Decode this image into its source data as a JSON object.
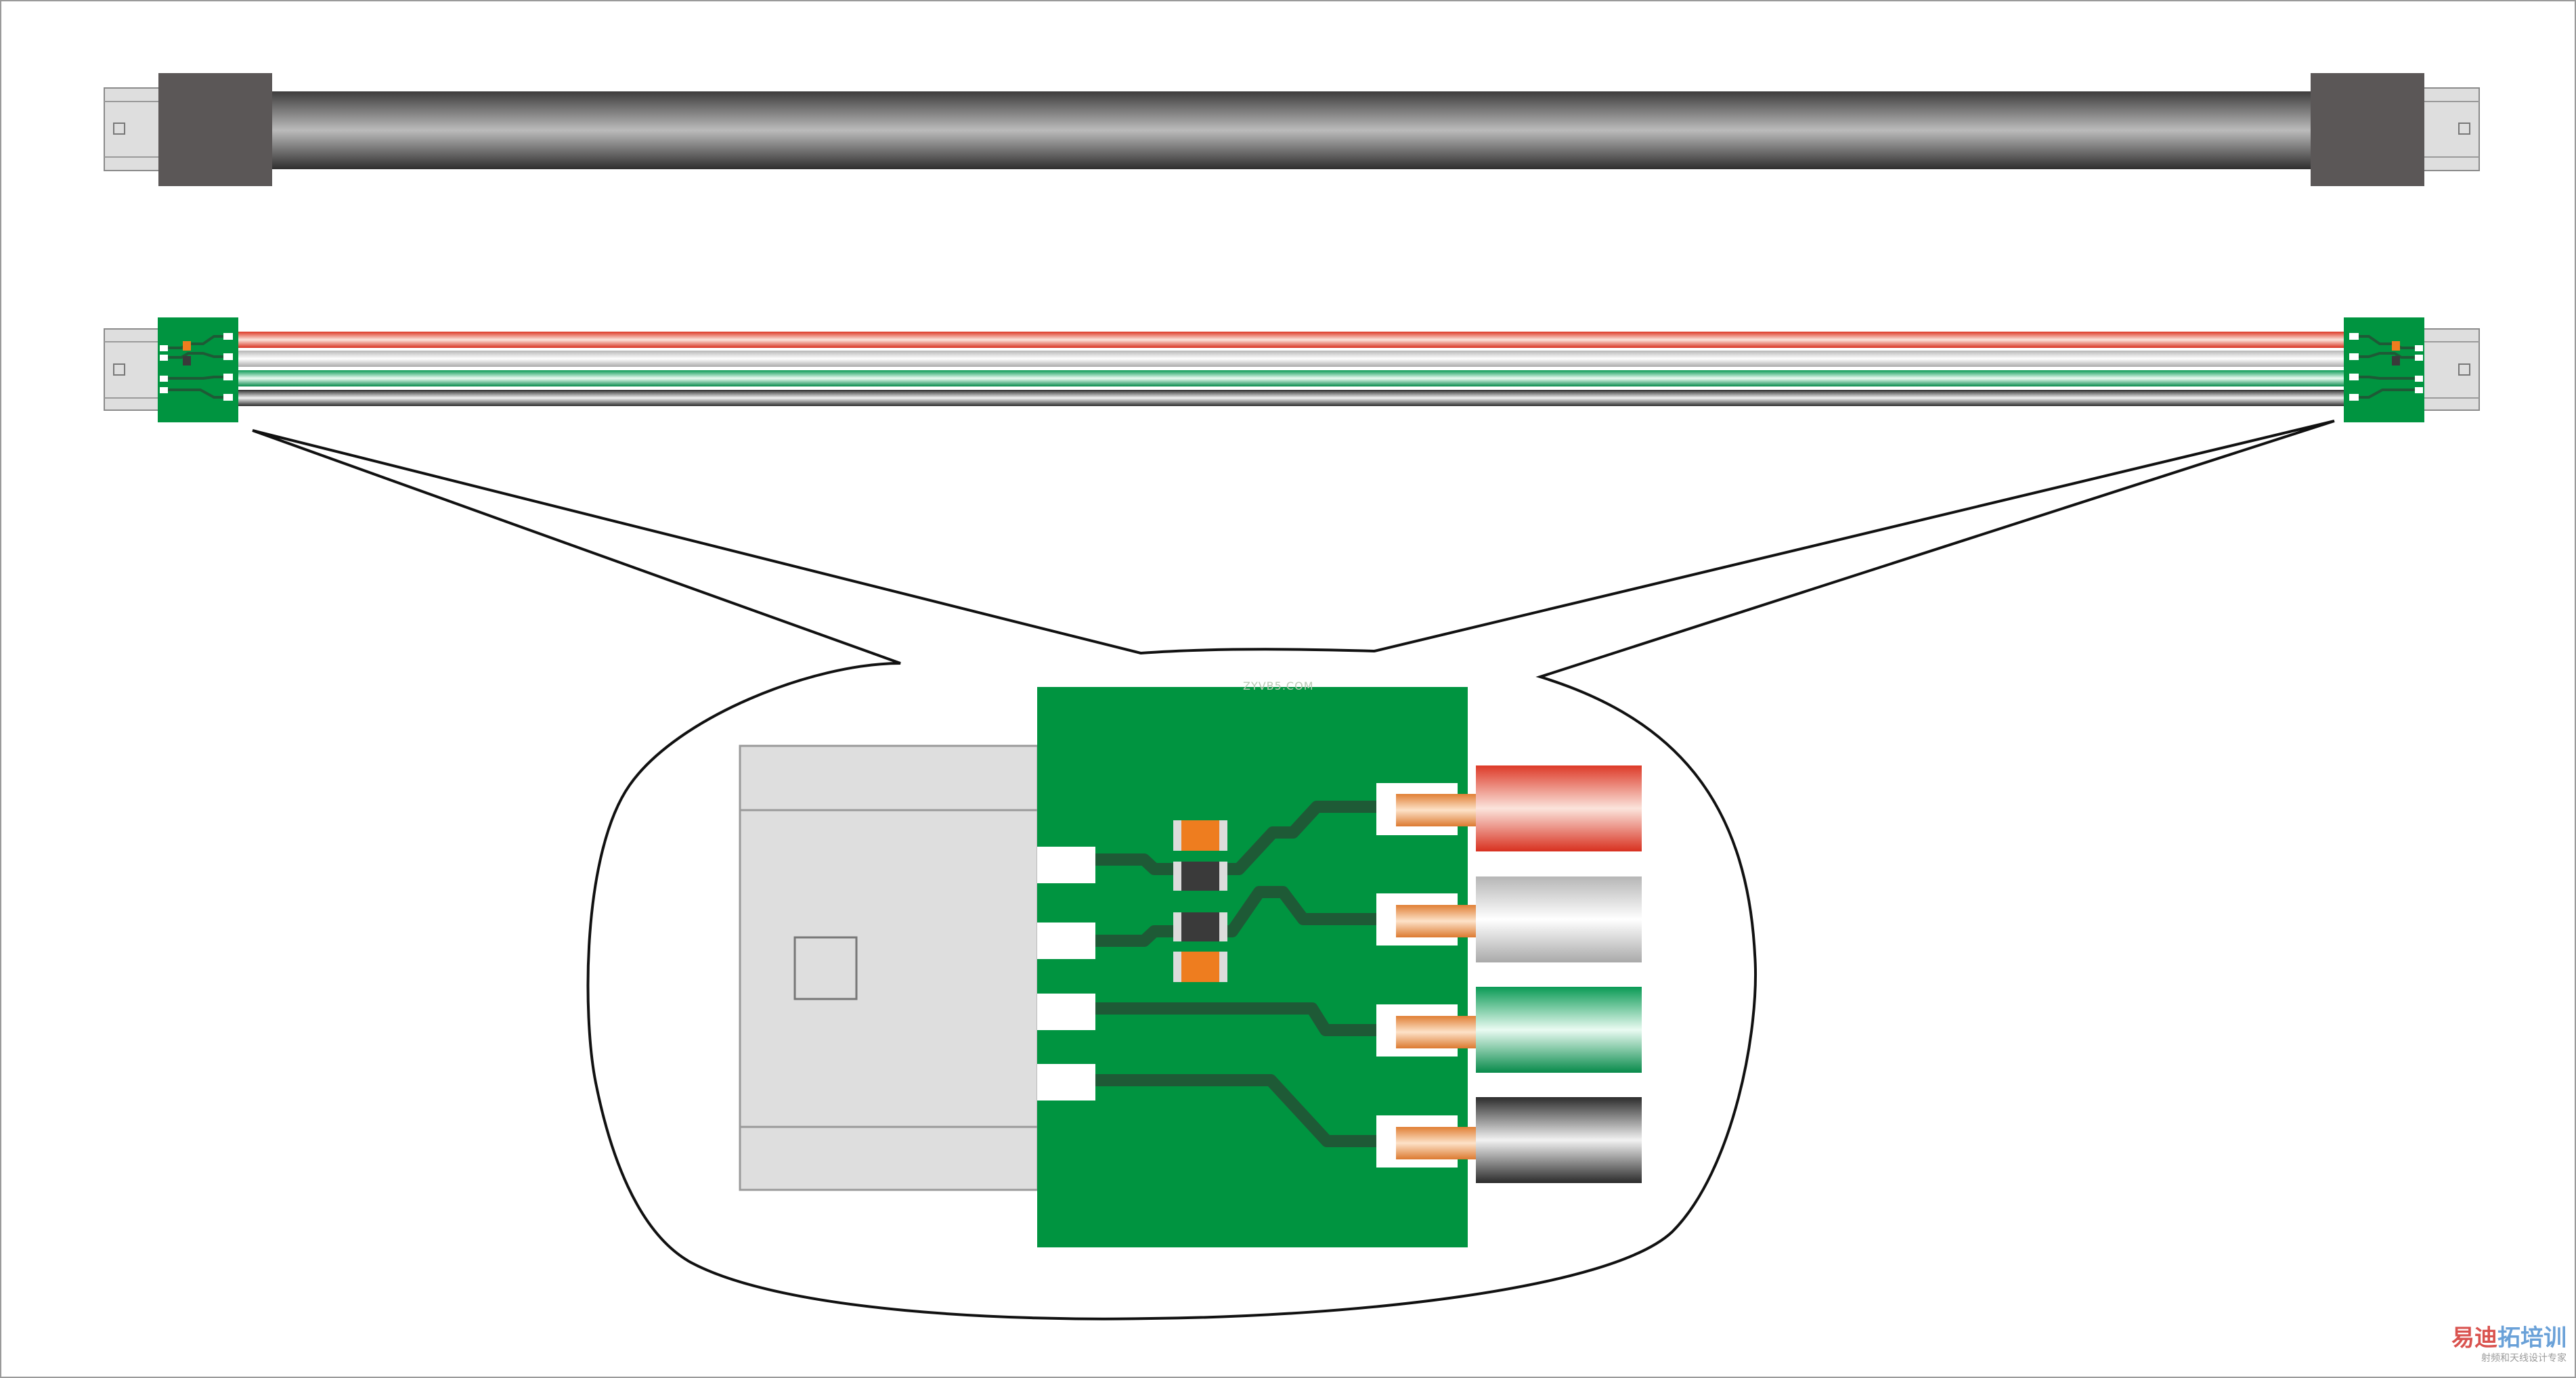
{
  "watermark": {
    "center_text": "ZYVB5.COM",
    "corner_title_a": "易迪",
    "corner_title_b": "拓培训",
    "corner_subtitle": "射频和天线设计专家"
  },
  "colors": {
    "background": "#ffffff",
    "pcb_green": "#009440",
    "trace_dark_green": "#1e5a36",
    "connector_gray": "#dedede",
    "overmold_dark": "#5b5757",
    "wire_red": "#dd3a28",
    "wire_white": "#cfcfcf",
    "wire_green": "#0a9a55",
    "wire_black": "#333333",
    "copper": "#e79a55",
    "chip_orange": "#ee7d1f",
    "chip_dark": "#3a3a3a"
  },
  "wire_order": [
    "red",
    "white",
    "green",
    "black"
  ]
}
